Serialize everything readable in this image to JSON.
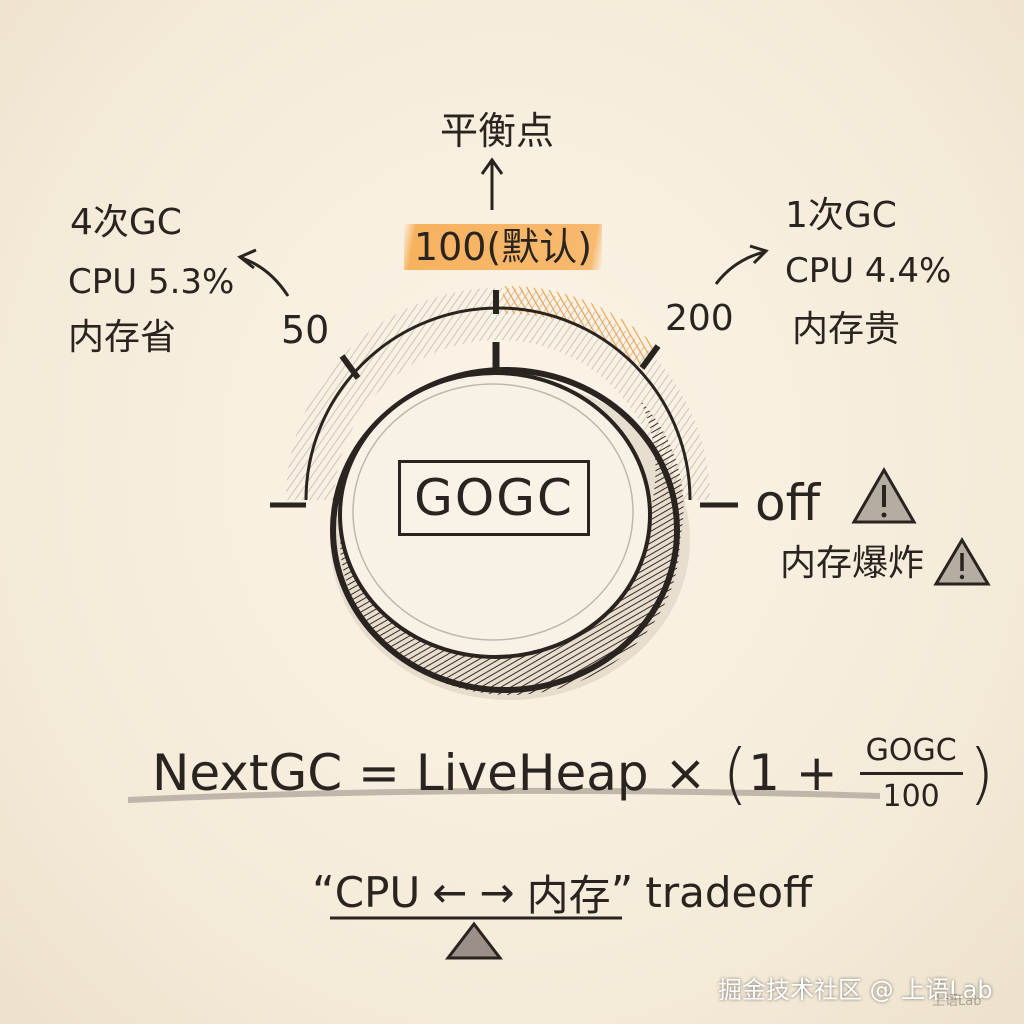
{
  "dial": {
    "center_label": "GOGC",
    "balance_label": "平衡点",
    "default_label": "100(默认)",
    "tick_50": "50",
    "tick_200": "200",
    "tick_off": "off"
  },
  "left_note": {
    "line1": "4次GC",
    "line2": "CPU 5.3%",
    "line3": "内存省"
  },
  "right_note": {
    "line1": "1次GC",
    "line2": "CPU 4.4%",
    "line3": "内存贵"
  },
  "off_note": {
    "line1": "内存爆炸"
  },
  "formula": {
    "lhs": "NextGC = LiveHeap × ",
    "open": "(",
    "one_plus": "1 + ",
    "numerator": "GOGC",
    "denominator": "100",
    "close": ")"
  },
  "tradeoff": {
    "open_quote": "“",
    "cpu": "CPU",
    "arrow_left": "←",
    "arrow_right": "→",
    "memory": "内存",
    "close_quote": "”",
    "word": "tradeoff"
  },
  "watermark": {
    "text": "掘金技术社区 @ 上语Lab",
    "sub": "上语Lab"
  },
  "colors": {
    "ink": "#2a2420",
    "highlight": "#f7a748",
    "paper": "#f7efe0"
  }
}
